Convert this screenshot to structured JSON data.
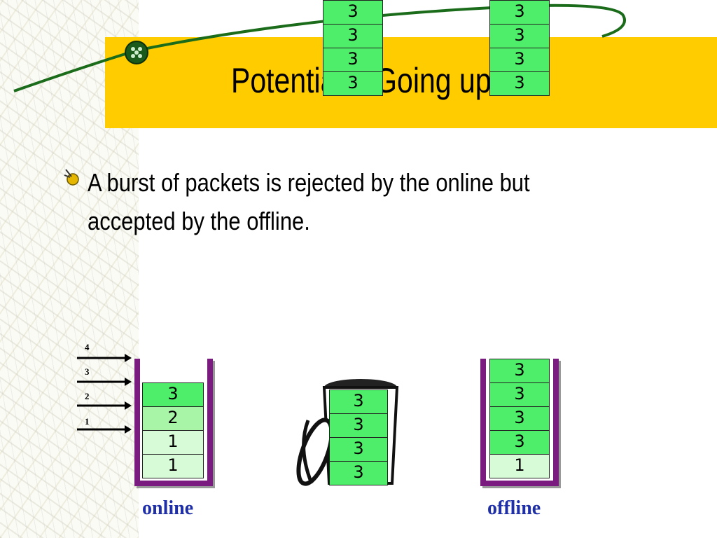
{
  "slide": {
    "title": "Potential – Going up",
    "bullet": "A burst of packets is rejected by the online but accepted by the offline."
  },
  "colors": {
    "title_bar": "#ffcc00",
    "packet_bright": "#4fee6a",
    "packet_mid": "#a8f5a8",
    "packet_light": "#d6fbd6",
    "bin_border": "#7a1b7f",
    "label_color": "#1f2fa8"
  },
  "arrows": [
    "4",
    "3",
    "2",
    "1"
  ],
  "online_queue": {
    "label": "online",
    "packets": [
      "3",
      "2",
      "1",
      "1"
    ]
  },
  "trash_packets": [
    "3",
    "3",
    "3",
    "3"
  ],
  "offline_queue": {
    "label": "offline",
    "packets": [
      "3",
      "3",
      "3",
      "3",
      "1"
    ]
  },
  "top_stack_left": [
    "3",
    "3",
    "3",
    "3"
  ],
  "top_stack_right": [
    "3",
    "3",
    "3",
    "3"
  ]
}
